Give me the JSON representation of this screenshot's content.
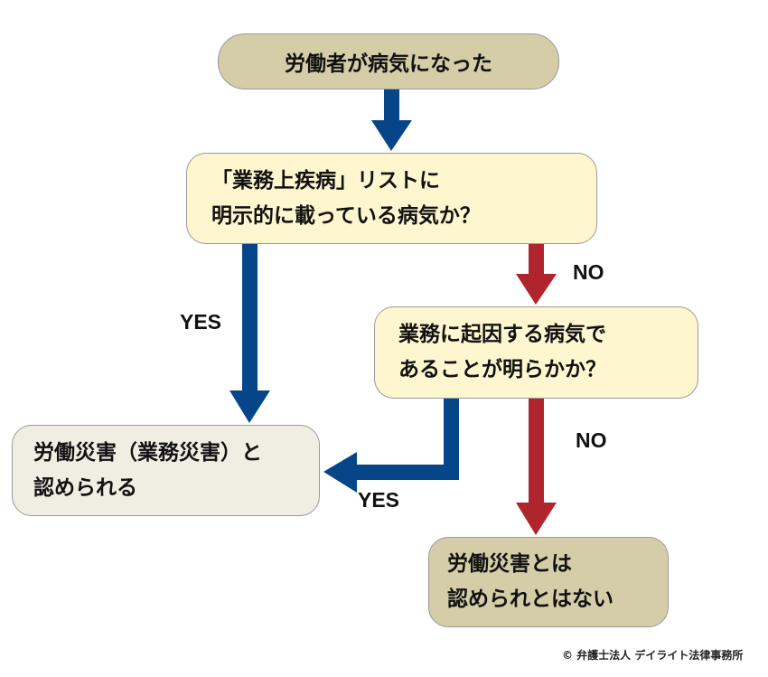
{
  "nodes": {
    "start": {
      "text": "労働者が病気になった"
    },
    "q1": {
      "line1": "「業務上疾病」リストに",
      "line2": "明示的に載っている病気か？"
    },
    "q2": {
      "line1": "業務に起因する病気で",
      "line2": "あることが明らかか？"
    },
    "result_yes": {
      "line1": "労働災害（業務災害）と",
      "line2": "認められる"
    },
    "result_no": {
      "line1": "労働災害とは",
      "line2": "認められとはない"
    }
  },
  "edges": {
    "q1_yes": "YES",
    "q1_no": "NO",
    "q2_yes": "YES",
    "q2_no": "NO"
  },
  "colors": {
    "yes_arrow": "#064688",
    "no_arrow": "#b0252d",
    "start_fill": "#d4cda8",
    "question_fill": "#fdf6cf",
    "result_yes_fill": "#f0ede3",
    "result_no_fill": "#d4cda8"
  },
  "footer": {
    "copyright": "© 弁護士法人 デイライト法律事務所"
  }
}
